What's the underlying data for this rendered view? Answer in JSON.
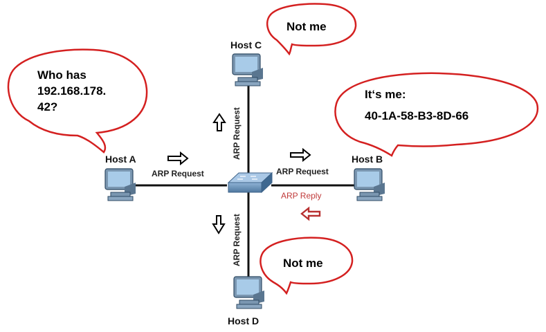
{
  "hosts": {
    "a": "Host A",
    "b": "Host B",
    "c": "Host C",
    "d": "Host D"
  },
  "link_labels": {
    "request_a": "ARP Request",
    "request_b": "ARP Request",
    "request_c": "ARP Request",
    "request_d": "ARP Request",
    "reply_b": "ARP Reply"
  },
  "bubbles": {
    "a": [
      "Who has",
      "192.168.178.",
      "42?"
    ],
    "b": [
      "It‘s me:",
      "40-1A-58-B3-8D-66"
    ],
    "c": [
      "Not me"
    ],
    "d": [
      "Not me"
    ]
  },
  "colors": {
    "bubble_outline": "#d42020",
    "reply_arrow": "#b83030",
    "reply_text": "#c03a3a",
    "link": "#111111",
    "screen": "#9fc6e6",
    "switch": "#5a82a8"
  }
}
